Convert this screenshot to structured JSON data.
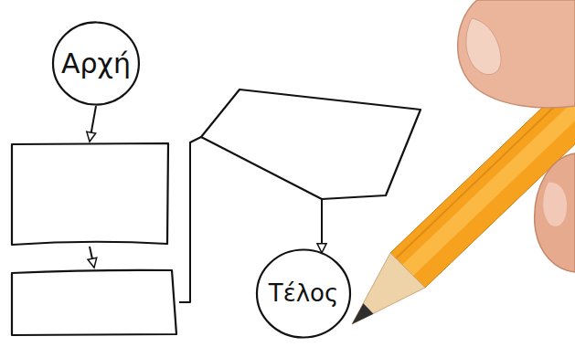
{
  "diagram": {
    "nodes": [
      {
        "text": [
          "Αρχή"
        ]
      },
      {
        "text": []
      },
      {
        "text": []
      },
      {
        "text": []
      },
      {
        "text": [
          "Τέλος"
        ]
      }
    ],
    "edges": [
      {
        "from": 0,
        "to": 1,
        "arrow": "to"
      },
      {
        "from": 1,
        "to": 2,
        "arrow": "to"
      },
      {
        "from": 2,
        "to": 3,
        "arrow": "none"
      },
      {
        "from": 3,
        "to": 4,
        "arrow": "to"
      }
    ]
  }
}
